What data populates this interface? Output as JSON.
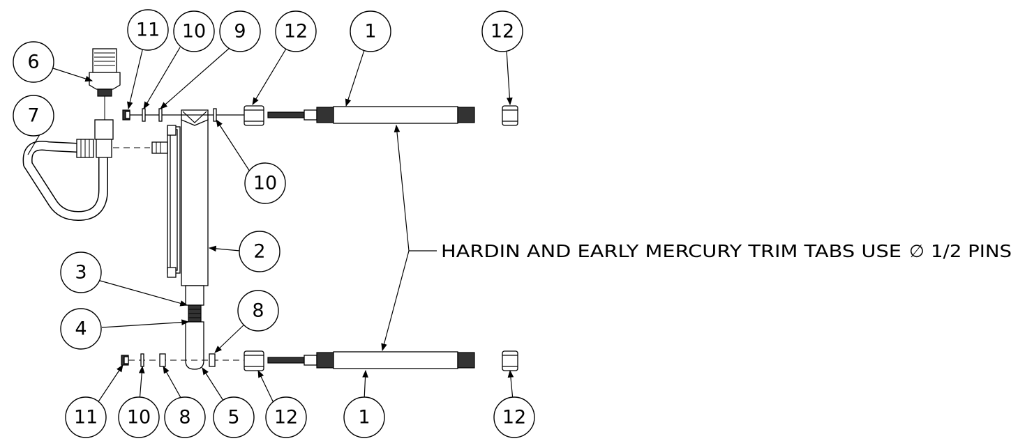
{
  "diagram": {
    "note": {
      "text": "HARDIN AND EARLY MERCURY TRIM TABS USE",
      "symbol": "∅",
      "value": "1/2 PINS"
    },
    "balloons": {
      "top_11": "11",
      "top_10": "10",
      "top_9": "9",
      "top_12_left": "12",
      "top_1": "1",
      "top_12_right": "12",
      "left_6": "6",
      "left_7": "7",
      "mid_10": "10",
      "mid_2": "2",
      "mid_3": "3",
      "mid_4": "4",
      "mid_8": "8",
      "bottom_11": "11",
      "bottom_10": "10",
      "bottom_8": "8",
      "bottom_5": "5",
      "bottom_12_left": "12",
      "bottom_1": "1",
      "bottom_12_right": "12"
    }
  }
}
